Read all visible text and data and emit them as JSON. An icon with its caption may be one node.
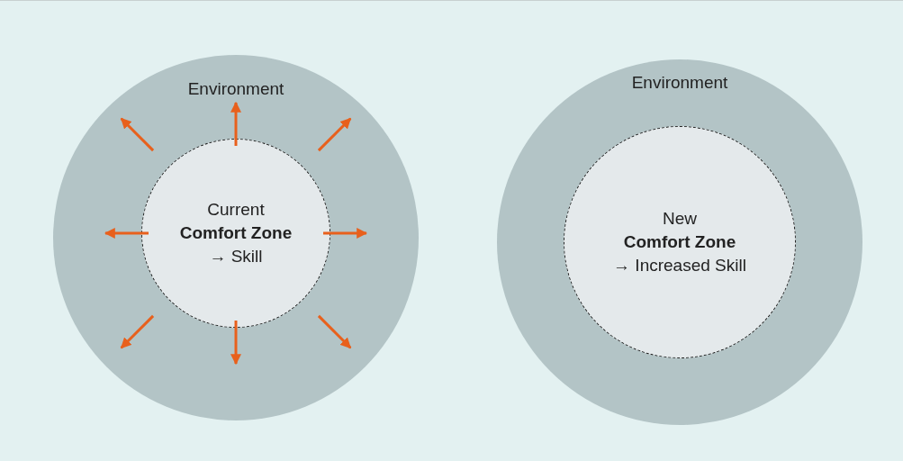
{
  "diagram": {
    "nodes": [
      {
        "text": [
          "Environment"
        ]
      },
      {
        "text": [
          "Current **Comfort Zone** → Skill"
        ],
        "in": 0
      },
      {
        "text": [
          "Environment"
        ]
      },
      {
        "text": [
          "New **Comfort Zone** → Increased Skill"
        ],
        "in": 2
      }
    ],
    "edges": [
      {
        "from": 1,
        "to": null,
        "arrow": "to"
      },
      {
        "from": 1,
        "to": null,
        "arrow": "to"
      },
      {
        "from": 1,
        "to": null,
        "arrow": "to"
      },
      {
        "from": 1,
        "to": null,
        "arrow": "to"
      },
      {
        "from": 1,
        "to": null,
        "arrow": "to"
      },
      {
        "from": 1,
        "to": null,
        "arrow": "to"
      },
      {
        "from": 1,
        "to": null,
        "arrow": "to"
      },
      {
        "from": 1,
        "to": null,
        "arrow": "to"
      }
    ]
  }
}
